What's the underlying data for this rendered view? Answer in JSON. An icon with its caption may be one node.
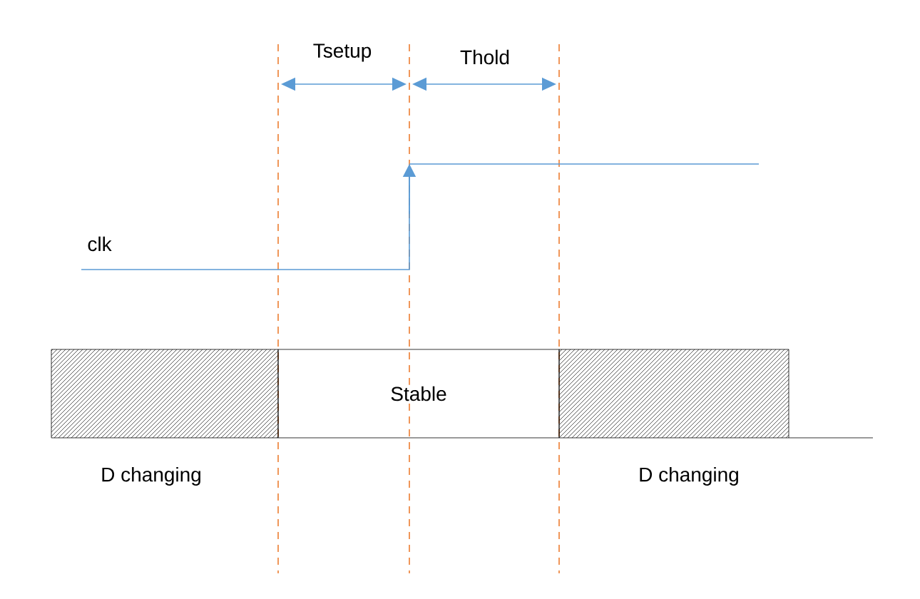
{
  "diagram": {
    "nodes": [
      {
        "text": [],
        "shape": "box",
        "beside": [
          "D changing"
        ]
      },
      {
        "text": [
          "Stable"
        ]
      },
      {
        "text": [],
        "shape": "box",
        "beside": [
          "D changing"
        ]
      }
    ],
    "labels": [
      "Tsetup",
      "Thold",
      "clk"
    ]
  }
}
